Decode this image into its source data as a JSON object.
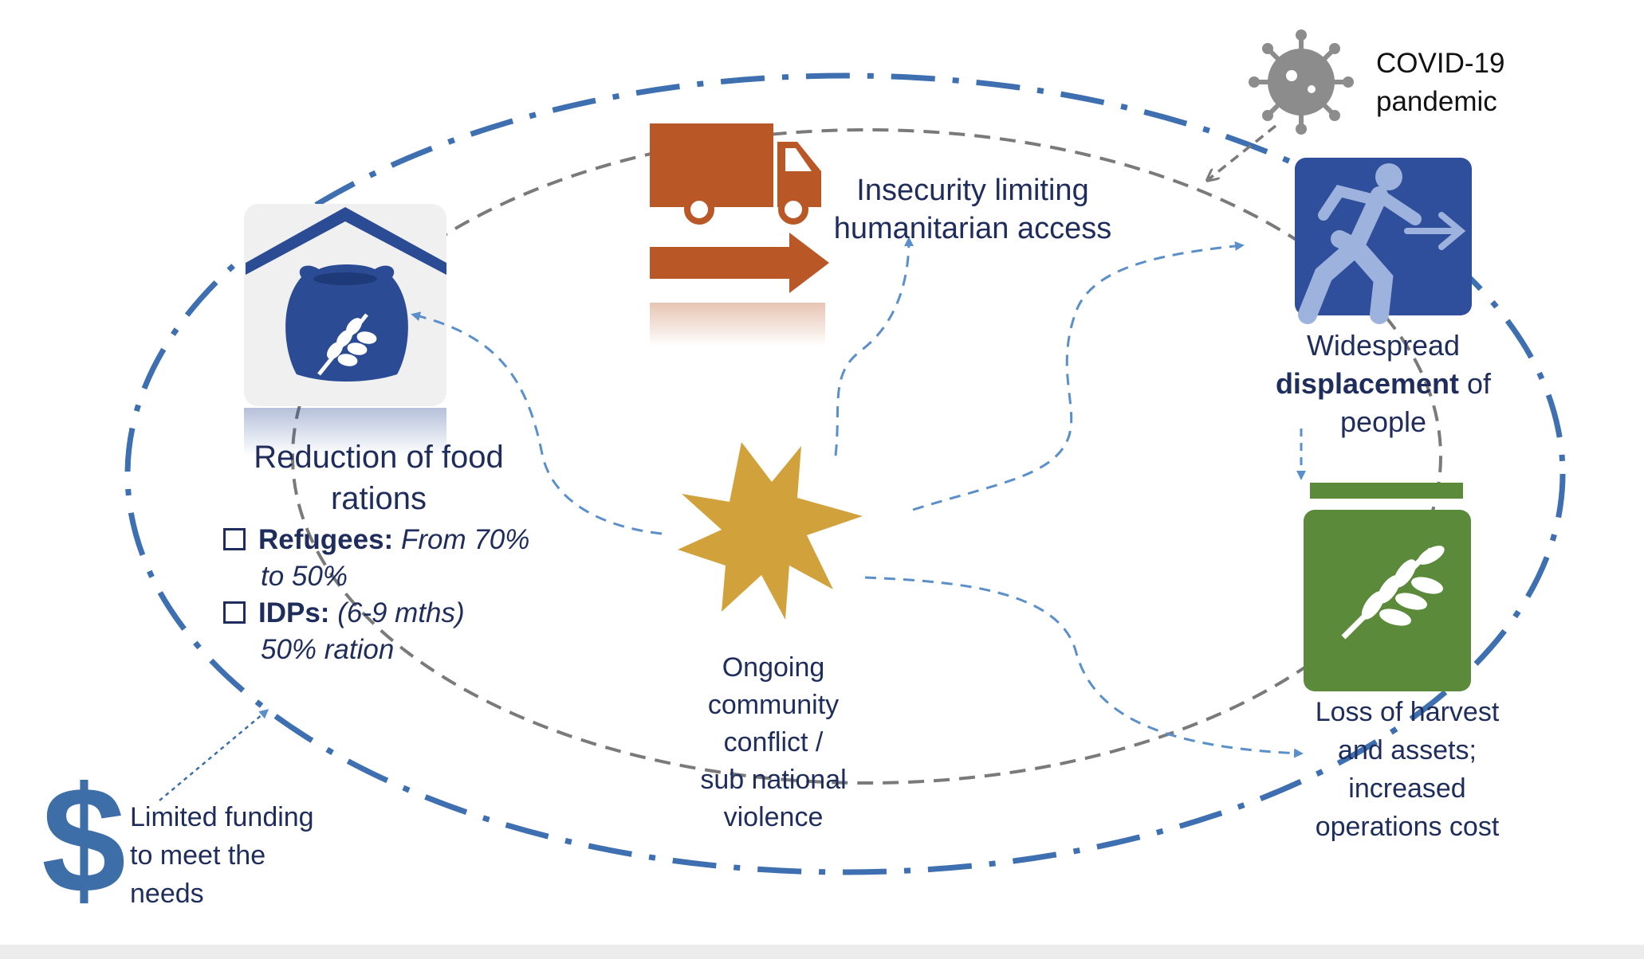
{
  "nodes": {
    "reduction": {
      "title_line1": "Reduction of food",
      "title_line2": "rations",
      "refugees_label": "Refugees:",
      "refugees_text_a": "From 70%",
      "refugees_text_b": "to 50%",
      "idps_label": "IDPs:",
      "idps_text_a": "(6-9 mths)",
      "idps_text_b": "50% ration"
    },
    "insecurity": {
      "line1": "Insecurity  limiting",
      "line2": "humanitarian access"
    },
    "covid": {
      "line1": "COVID-19",
      "line2": "pandemic"
    },
    "displacement": {
      "line1": "Widespread",
      "line2_bold": "displacement",
      "line2_rest": " of",
      "line3": "people"
    },
    "conflict": {
      "line1": "Ongoing",
      "line2": "community",
      "line3": "conflict /",
      "line4": "sub national",
      "line5": "violence"
    },
    "harvest": {
      "line1": "Loss of harvest",
      "line2": "and assets;",
      "line3": "increased",
      "line4": "operations cost"
    },
    "funding": {
      "line1": "Limited funding",
      "line2": "to meet the",
      "line3": "needs"
    }
  },
  "icons": {
    "food": "food-sack-house-icon",
    "truck": "truck-icon",
    "virus": "virus-icon",
    "running": "running-person-icon",
    "harvest": "wheat-jar-icon",
    "conflict": "explosion-icon",
    "dollar": "dollar-icon"
  },
  "colors": {
    "navy_text": "#1f2d5c",
    "ellipse_blue": "#3e6fb0",
    "cycle_gray": "#7a7a7a",
    "arrow_light_blue": "#5b8fc9",
    "sack_blue": "#2b4c94",
    "truck_orange": "#b95726",
    "virus_gray": "#8c8c8c",
    "displacement_blue": "#2f4f9c",
    "harvest_green": "#5a8a3a",
    "explosion_gold": "#d1a23c",
    "dollar_blue": "#3d6ea8"
  }
}
